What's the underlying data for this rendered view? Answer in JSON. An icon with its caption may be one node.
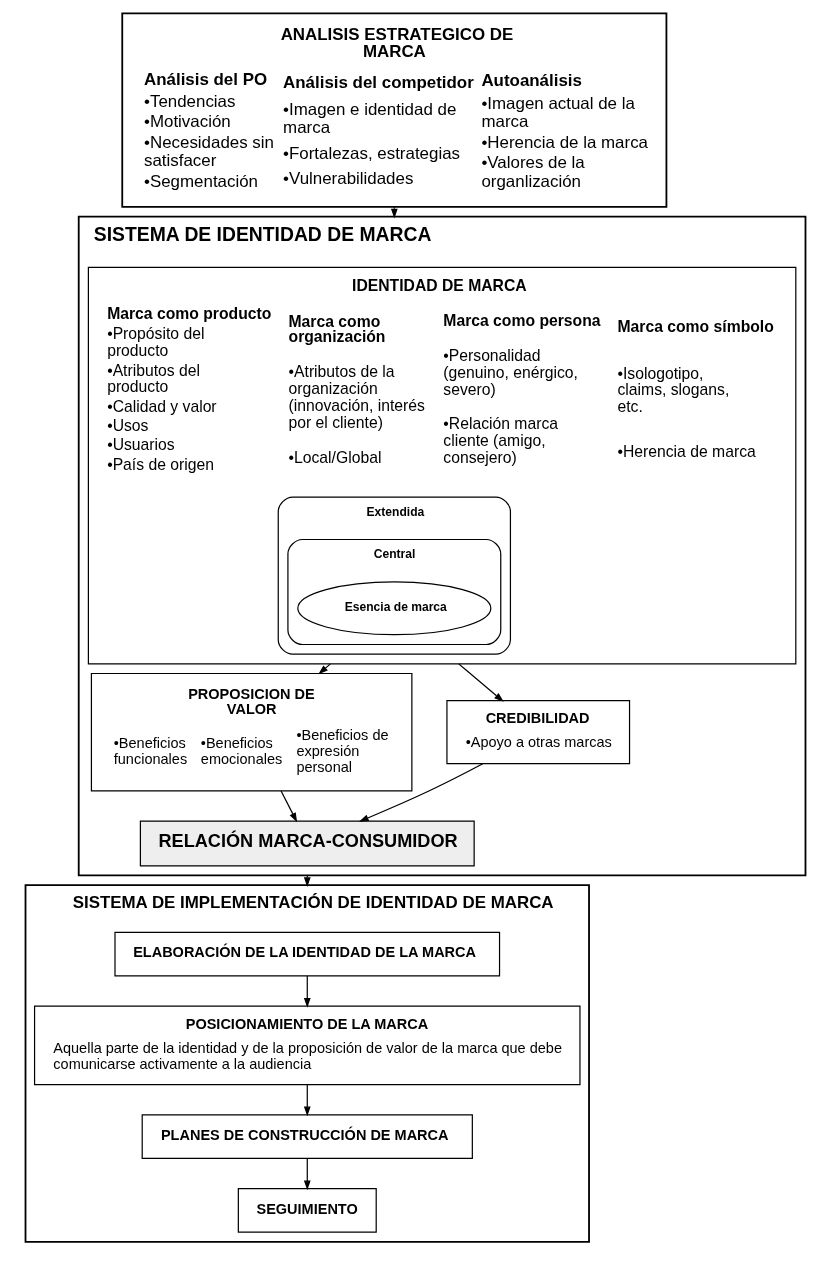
{
  "diagram": {
    "nodes": [
      {
        "text": [
          "ANALISIS ESTRATEGICO DE MARCA",
          "Análisis del PO",
          "•Tendencias",
          "•Motivación",
          "•Necesidades sin satisfacer",
          "•Segmentación",
          "Análisis del competidor",
          "•Imagen e identidad de marca",
          "•Fortalezas, estrategias",
          "•Vulnerabilidades",
          "Autoanálisis",
          "•Imagen actual de la marca",
          "•Herencia de la marca",
          "•Valores de la organlización"
        ]
      },
      {
        "text": [
          "SISTEMA DE IDENTIDAD DE MARCA"
        ]
      },
      {
        "text": [
          "IDENTIDAD DE MARCA",
          "Marca como producto",
          "•Propósito del producto",
          "•Atributos del producto",
          "•Calidad y valor",
          "•Usos",
          "•Usuarios",
          "•País de origen",
          "Marca como organización",
          "•Atributos de la organización (innovación, interés por el cliente)",
          "•Local/Global",
          "Marca como persona",
          "•Personalidad (genuino, enérgico, severo)",
          "•Relación marca cliente (amigo, consejero)",
          "Marca como símbolo",
          "•Isologotipo, claims, slogans, etc.",
          "•Herencia de marca"
        ],
        "in": 1
      },
      {
        "text": [
          "Extendida"
        ],
        "in": 2
      },
      {
        "text": [
          "Central"
        ],
        "in": 3
      },
      {
        "text": [
          "Esencia de marca"
        ],
        "in": 4
      },
      {
        "text": [
          "PROPOSICION DE VALOR",
          "•Beneficios funcionales",
          "•Beneficios emocionales",
          "•Beneficios de expresión personal"
        ],
        "in": 1
      },
      {
        "text": [
          "CREDIBILIDAD",
          "•Apoyo a otras marcas"
        ],
        "in": 1
      },
      {
        "text": [
          "RELACIÓN MARCA-CONSUMIDOR"
        ],
        "in": 1
      },
      {
        "text": [
          "SISTEMA DE IMPLEMENTACIÓN DE IDENTIDAD DE MARCA"
        ]
      },
      {
        "text": [
          "ELABORACIÓN DE LA IDENTIDAD DE LA MARCA"
        ],
        "in": 9
      },
      {
        "text": [
          "POSICIONAMIENTO DE LA MARCA",
          "Aquella parte de la identidad y de la proposición de valor de la marca que debe comunicarse activamente a la audiencia"
        ],
        "in": 9
      },
      {
        "text": [
          "PLANES DE CONSTRUCCIÓN DE MARCA"
        ],
        "in": 9
      },
      {
        "text": [
          "SEGUIMIENTO"
        ],
        "in": 9
      }
    ],
    "edges": [
      {
        "from": 0,
        "to": 1,
        "arrow": "to"
      },
      {
        "from": 2,
        "to": 6,
        "arrow": "to"
      },
      {
        "from": 2,
        "to": 7,
        "arrow": "to"
      },
      {
        "from": 6,
        "to": 8,
        "arrow": "to"
      },
      {
        "from": 7,
        "to": 8,
        "arrow": "to"
      },
      {
        "from": 1,
        "to": 9,
        "arrow": "to"
      },
      {
        "from": 10,
        "to": 11,
        "arrow": "to"
      },
      {
        "from": 11,
        "to": 12,
        "arrow": "to"
      },
      {
        "from": 12,
        "to": 13,
        "arrow": "to"
      }
    ]
  }
}
